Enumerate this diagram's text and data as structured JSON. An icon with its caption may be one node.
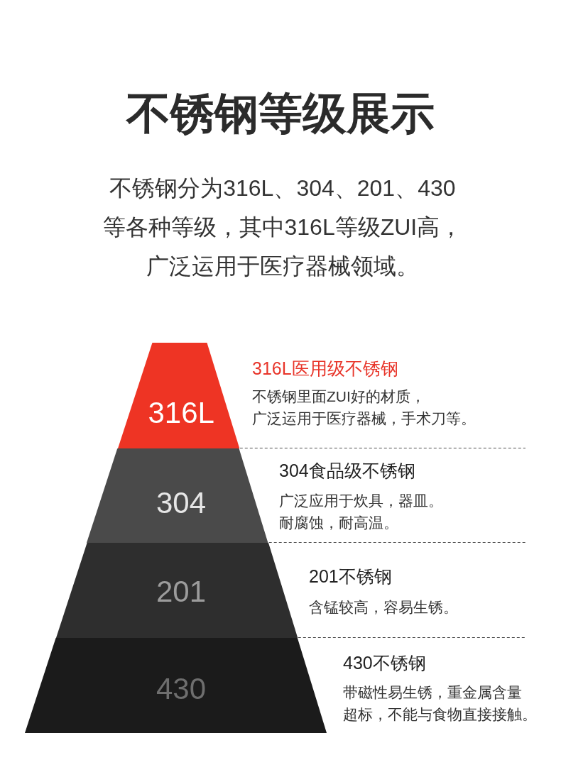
{
  "diagram": {
    "title": "不锈钢等级展示",
    "nodes": [
      {
        "text": [
          "316L"
        ],
        "beside": [
          "316L医用级不锈钢",
          "不锈钢里面ZUI好的材质，广泛运用于医疗器械，手术刀等。"
        ]
      },
      {
        "text": [
          "304"
        ],
        "beside": [
          "304食品级不锈钢",
          "广泛应用于炊具，器皿。耐腐蚀，耐高温。"
        ]
      },
      {
        "text": [
          "201"
        ],
        "beside": [
          "201不锈钢",
          "含锰较高，容易生锈。"
        ]
      },
      {
        "text": [
          "430"
        ],
        "beside": [
          "430不锈钢",
          "带磁性易生锈，重金属含量超标，不能与食物直接接触。"
        ]
      }
    ],
    "labels": [
      "不锈钢分为316L、304、201、430等各种等级，其中316L等级ZUI高，广泛运用于医疗器械领域。"
    ]
  }
}
